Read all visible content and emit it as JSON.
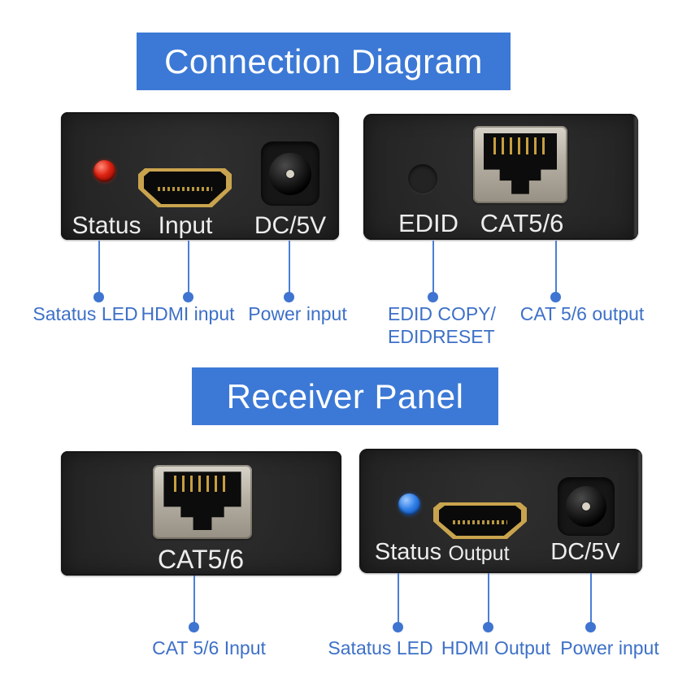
{
  "title_banners": {
    "connection": "Connection Diagram",
    "receiver": "Receiver Panel"
  },
  "panels": {
    "transmitter": {
      "status_label": "Status",
      "hdmi_label": "Input",
      "power_label": "DC/5V",
      "led_color": "red"
    },
    "transmitter_front": {
      "edid_label": "EDID",
      "rj45_label": "CAT5/6"
    },
    "receiver_front": {
      "rj45_label": "CAT5/6"
    },
    "receiver_rear": {
      "status_label": "Status",
      "hdmi_label": "Output",
      "power_label": "DC/5V",
      "led_color": "blue"
    }
  },
  "callouts": {
    "status_led_tx": "Satatus LED",
    "hdmi_input": "HDMI input",
    "power_input_tx": "Power input",
    "edid_line1": "EDID COPY/",
    "edid_line2": "EDIDRESET",
    "cat_output": "CAT 5/6 output",
    "cat_input": "CAT 5/6 Input",
    "status_led_rx": "Satatus LED",
    "hdmi_output": "HDMI Output",
    "power_input_rx": "Power input"
  },
  "colors": {
    "banner_bg": "#3c79d6",
    "banner_text": "#ffffff",
    "callout_blue": "#3d70c8",
    "panel_black": "#282828",
    "panel_label_white": "#ededed",
    "led_red": "#de2212",
    "led_blue": "#2f7ee8",
    "hdmi_gold": "#c9a44e",
    "rj45_silver": "#b6b0a4"
  }
}
